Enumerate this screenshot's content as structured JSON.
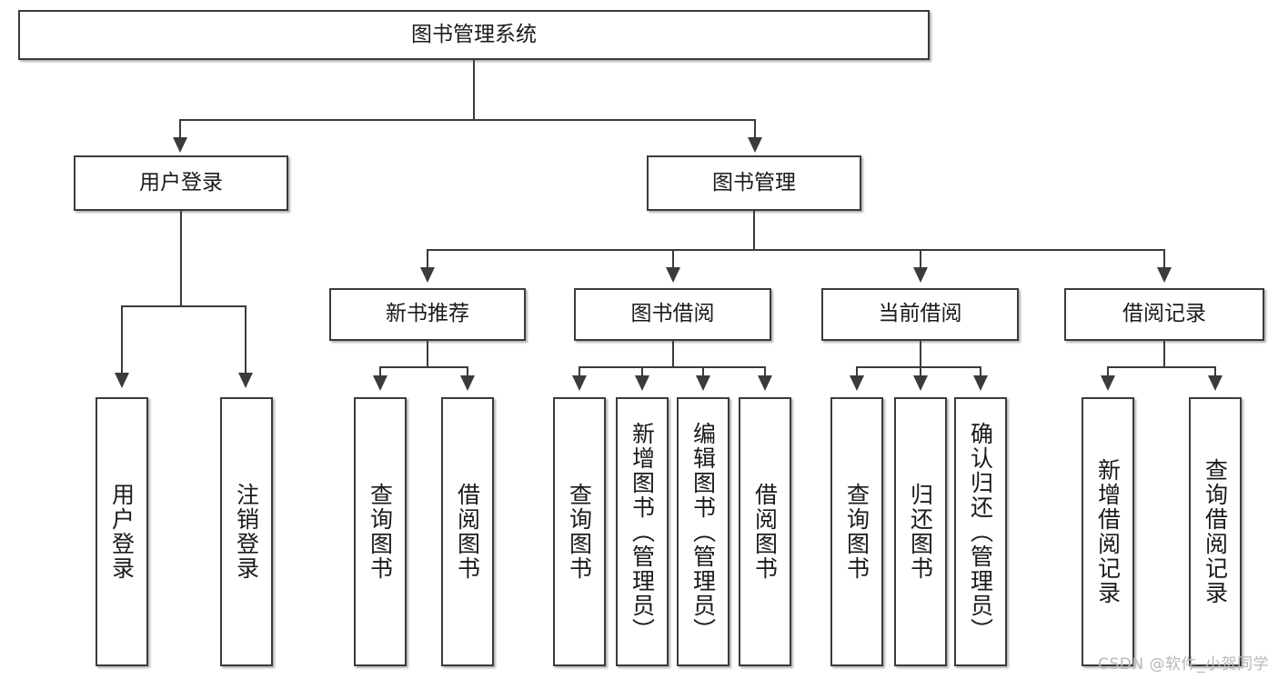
{
  "diagram": {
    "type": "tree-hierarchy",
    "title": "图书管理系统",
    "root": {
      "label": "图书管理系统"
    },
    "level2": [
      {
        "label": "用户登录"
      },
      {
        "label": "图书管理"
      }
    ],
    "level3": [
      {
        "label": "新书推荐"
      },
      {
        "label": "图书借阅"
      },
      {
        "label": "当前借阅"
      },
      {
        "label": "借阅记录"
      }
    ],
    "leaves": {
      "user_login": [
        {
          "label": "用户登录"
        },
        {
          "label": "注销登录"
        }
      ],
      "new_book_recommend": [
        {
          "label": "查询图书"
        },
        {
          "label": "借阅图书"
        }
      ],
      "book_borrow": [
        {
          "label": "查询图书"
        },
        {
          "label": "新增图书（管理员）"
        },
        {
          "label": "编辑图书（管理员）"
        },
        {
          "label": "借阅图书"
        }
      ],
      "current_borrow": [
        {
          "label": "查询图书"
        },
        {
          "label": "归还图书"
        },
        {
          "label": "确认归还（管理员）"
        }
      ],
      "borrow_record": [
        {
          "label": "新增借阅记录"
        },
        {
          "label": "查询借阅记录"
        }
      ]
    }
  },
  "watermark": {
    "text": "CSDN @软件_小贺同学"
  },
  "colors": {
    "stroke": "#3b3b3b",
    "text": "#1a1a1a",
    "background": "#ffffff",
    "watermark": "#b8b8b8"
  }
}
